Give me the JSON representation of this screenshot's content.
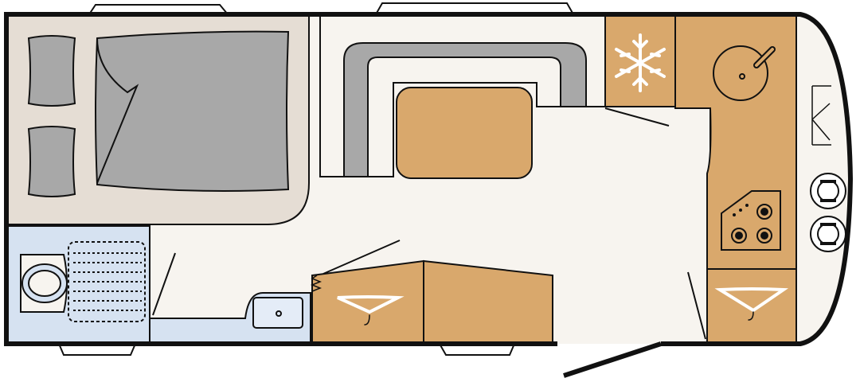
{
  "colors": {
    "wall": "#111111",
    "floor": "#f7f4ef",
    "bedroom_floor": "#e5ddd4",
    "bathroom_floor": "#d6e2f1",
    "furniture_wood": "#d9a86c",
    "upholstery": "#a8a8a8",
    "window": "#ffffff"
  },
  "elements": {
    "bed": "double-bed",
    "pillows": 2,
    "seating": "u-shaped-lounge",
    "table": "dinette-table",
    "fridge_icon": "snowflake-icon",
    "sink_icon": "round-sink-icon",
    "hob_icon": "three-burner-hob-icon",
    "wardrobe_icon": "clothes-hanger-icon",
    "toilet_icon": "toilet-icon",
    "shower_icon": "shower-tray-icon",
    "wheels": 2
  }
}
